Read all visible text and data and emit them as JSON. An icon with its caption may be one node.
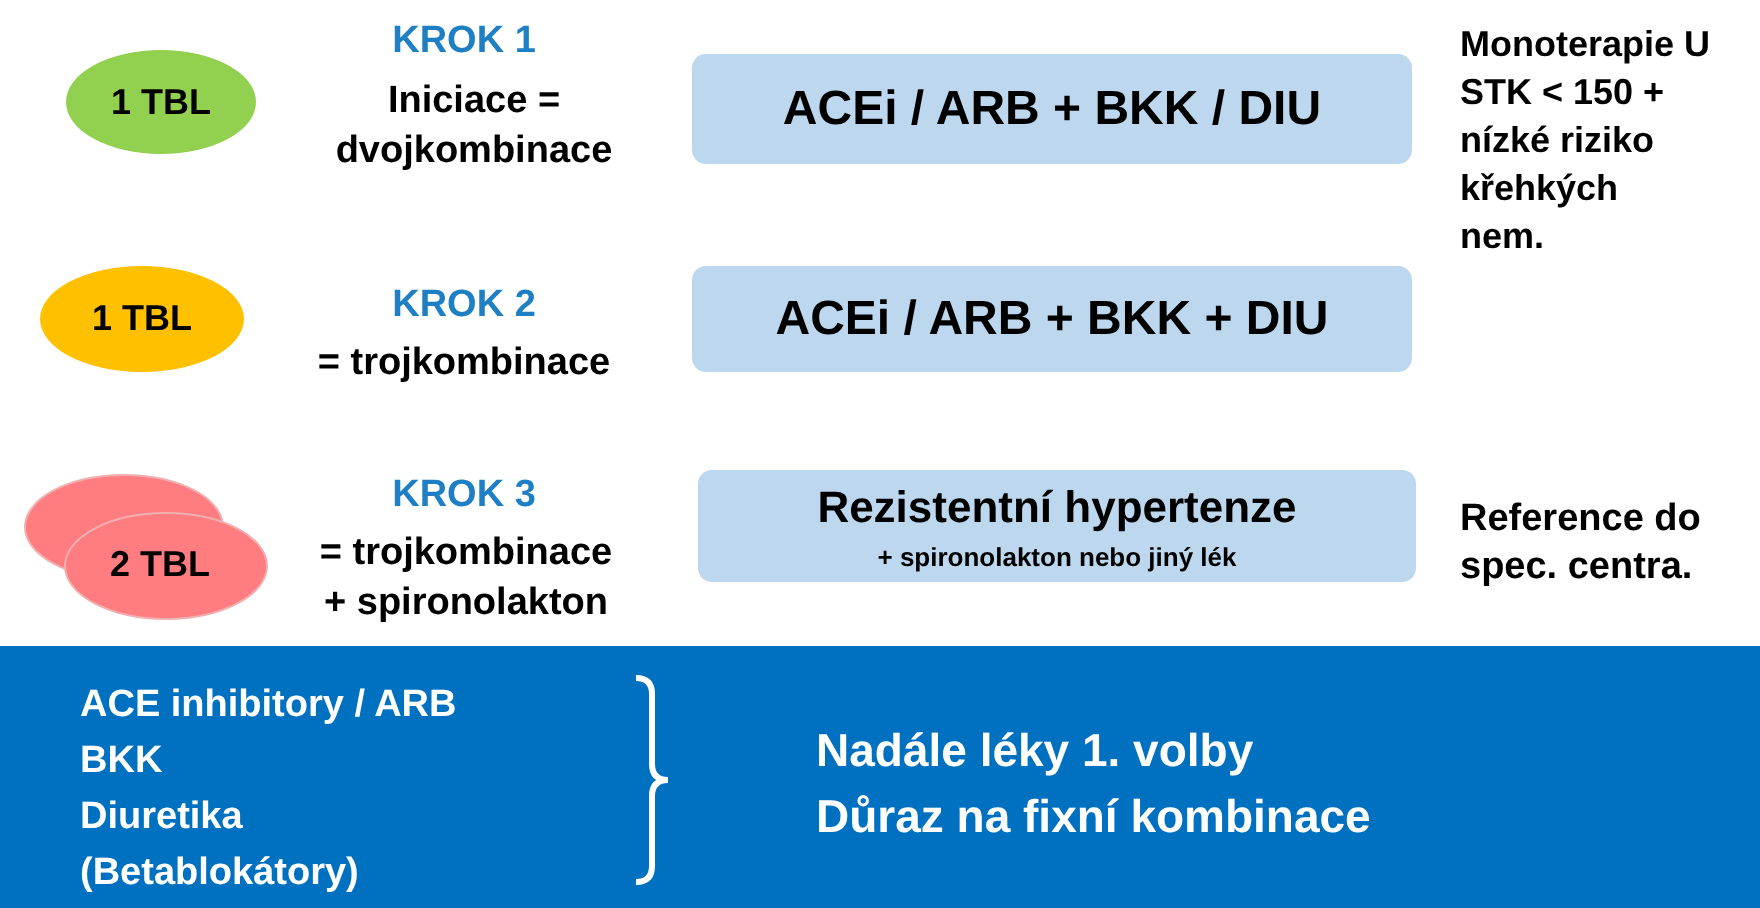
{
  "diagram": {
    "nodes": [
      {
        "text": [
          "1 TBL"
        ]
      },
      {
        "text": [
          "ACEi / ARB + BKK / DIU"
        ]
      },
      {
        "text": [
          "1 TBL"
        ]
      },
      {
        "text": [
          "ACEi / ARB + BKK + DIU"
        ]
      },
      {
        "text": [
          "2 TBL"
        ]
      },
      {
        "text": [
          "Rezistentní hypertenze",
          "+ spironolakton nebo jiný lék"
        ]
      },
      {
        "text": [
          "ACE inhibitory / ARB",
          "BKK",
          "Diuretika",
          "(Betablokátory)",
          "Nadále léky 1. volby",
          "Důraz na fixní kombinace"
        ]
      }
    ],
    "edges": [],
    "labels": [
      "KROK 1",
      "Iniciace = dvojkombinace",
      "Monoterapie U STK < 150 + nízké riziko křehkých nem.",
      "KROK 2",
      "= trojkombinace",
      "KROK 3",
      "= trojkombinace + spironolakton",
      "Reference do spec. centra."
    ]
  }
}
